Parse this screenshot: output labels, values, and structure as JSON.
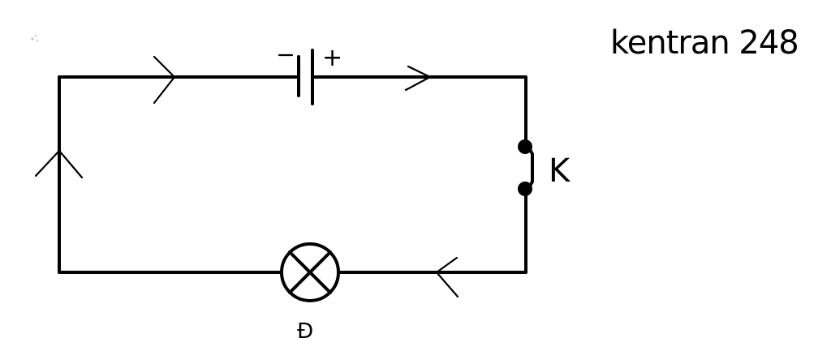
{
  "diagram": {
    "watermark": "kentran 248",
    "battery": {
      "negative_sign": "−",
      "positive_sign": "+"
    },
    "switch_label": "K",
    "lamp_label": "Đ"
  }
}
